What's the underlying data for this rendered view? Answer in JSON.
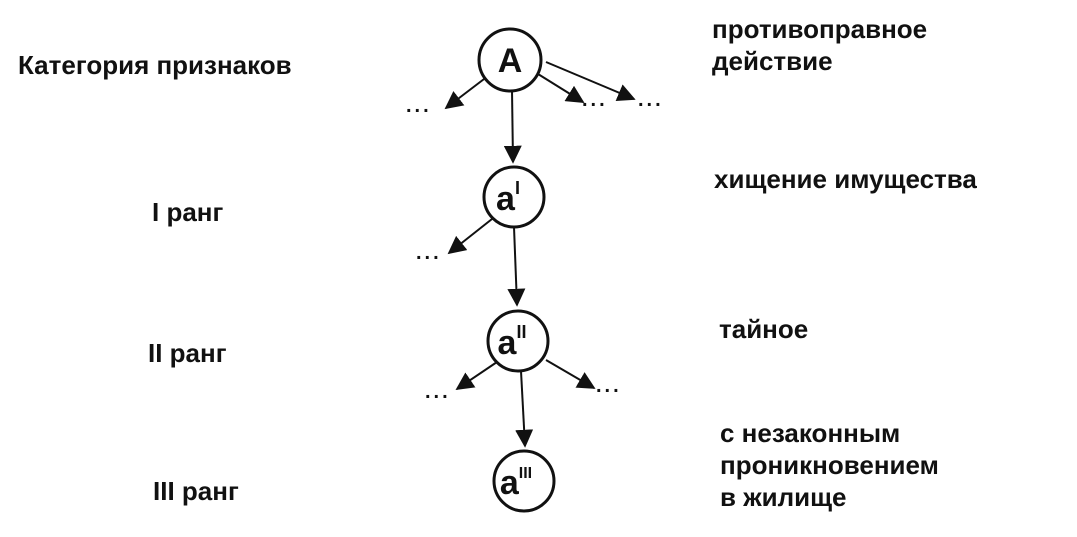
{
  "left_labels": {
    "category": "Категория признаков",
    "rank1": "I ранг",
    "rank2": "II ранг",
    "rank3": "III ранг"
  },
  "right_labels": {
    "category_line1": "противоправное",
    "category_line2": "действие",
    "rank1": "хищение имущества",
    "rank2": "тайное",
    "rank3_line1": "с незаконным",
    "rank3_line2": "проникновением",
    "rank3_line3": "в жилище"
  },
  "nodes": {
    "root": {
      "letter": "A",
      "superscript": ""
    },
    "rank1": {
      "letter": "a",
      "superscript": "I"
    },
    "rank2": {
      "letter": "a",
      "superscript": "II"
    },
    "rank3": {
      "letter": "a",
      "superscript": "III"
    }
  },
  "ellipsis": "...",
  "colors": {
    "ink": "#111111",
    "paper": "#ffffff"
  }
}
